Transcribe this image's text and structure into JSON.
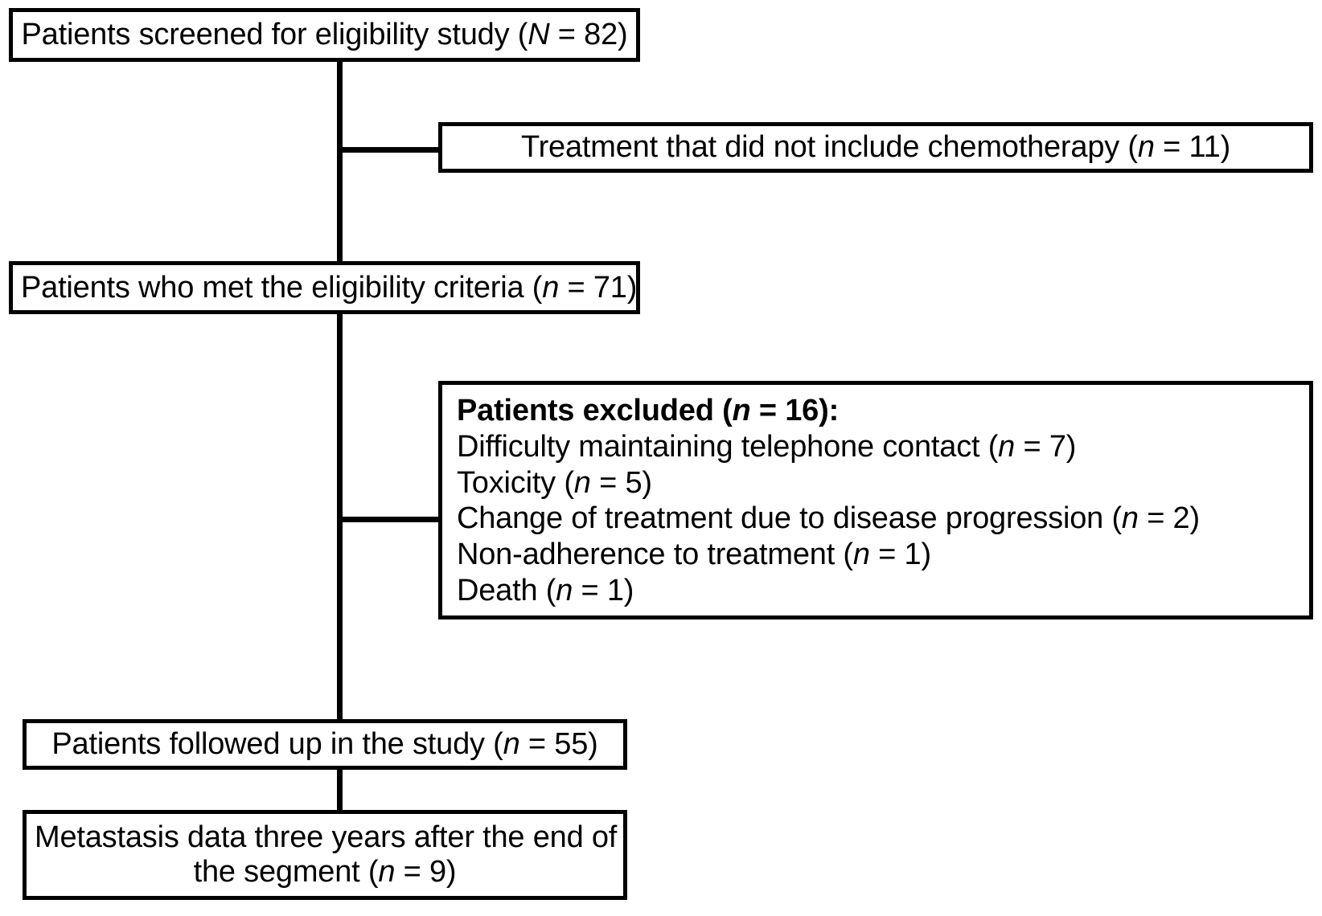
{
  "figure": {
    "type": "flowchart",
    "title": "Patient flow diagram",
    "orientation": "top-to-bottom",
    "colors": {
      "background": "#ffffff",
      "stroke": "#000000",
      "text": "#000000"
    }
  },
  "nodes": {
    "screened": {
      "id": "screened",
      "label": "Patients screened for eligibility study (N = 82)",
      "label_parts": {
        "prefix": "Patients screened for eligibility study (",
        "symbol": "N",
        "suffix": " = 82)"
      },
      "count_symbol": "N",
      "count": 82,
      "align": "center"
    },
    "excluded_no_chemo": {
      "id": "excluded_no_chemo",
      "label": "Treatment that did not include chemotherapy (n = 11)",
      "label_parts": {
        "prefix": "Treatment that did not include chemotherapy (",
        "symbol": "n",
        "suffix": " = 11)"
      },
      "count_symbol": "n",
      "count": 11,
      "align": "center"
    },
    "eligible": {
      "id": "eligible",
      "label": "Patients who met the eligibility criteria (n = 71)",
      "label_parts": {
        "prefix": "Patients who met the eligibility criteria (",
        "symbol": "n",
        "suffix": " = 71)"
      },
      "count_symbol": "n",
      "count": 71,
      "align": "center"
    },
    "excluded_detail": {
      "id": "excluded_detail",
      "align": "left",
      "heading": {
        "prefix": "Patients excluded (",
        "symbol": "n",
        "suffix": " = 16):",
        "bold": true,
        "count": 16
      },
      "reasons": [
        {
          "prefix": "Difficulty maintaining telephone contact (",
          "symbol": "n",
          "suffix": " = 7)",
          "count": 7
        },
        {
          "prefix": "Toxicity (",
          "symbol": "n",
          "suffix": " = 5)",
          "count": 5
        },
        {
          "prefix": "Change of treatment due to disease progression (",
          "symbol": "n",
          "suffix": " = 2)",
          "count": 2
        },
        {
          "prefix": "Non-adherence to treatment (",
          "symbol": "n",
          "suffix": " = 1)",
          "count": 1
        },
        {
          "prefix": "Death (",
          "symbol": "n",
          "suffix": " = 1)",
          "count": 1
        }
      ]
    },
    "followed": {
      "id": "followed",
      "label": "Patients followed up in the study (n = 55)",
      "label_parts": {
        "prefix": "Patients followed up in the study (",
        "symbol": "n",
        "suffix": " = 55)"
      },
      "count_symbol": "n",
      "count": 55,
      "align": "center"
    },
    "metastasis": {
      "id": "metastasis",
      "align": "center",
      "line1": "Metastasis data three years after the end of",
      "line2_parts": {
        "prefix": "the segment (",
        "symbol": "n",
        "suffix": " = 9)"
      },
      "count_symbol": "n",
      "count": 9
    }
  },
  "edges": [
    {
      "from": "screened",
      "to": "eligible",
      "type": "vertical"
    },
    {
      "from": "screened",
      "to": "excluded_no_chemo",
      "type": "branch-right"
    },
    {
      "from": "eligible",
      "to": "followed",
      "type": "vertical"
    },
    {
      "from": "eligible",
      "to": "excluded_detail",
      "type": "branch-right"
    },
    {
      "from": "followed",
      "to": "metastasis",
      "type": "vertical"
    }
  ]
}
